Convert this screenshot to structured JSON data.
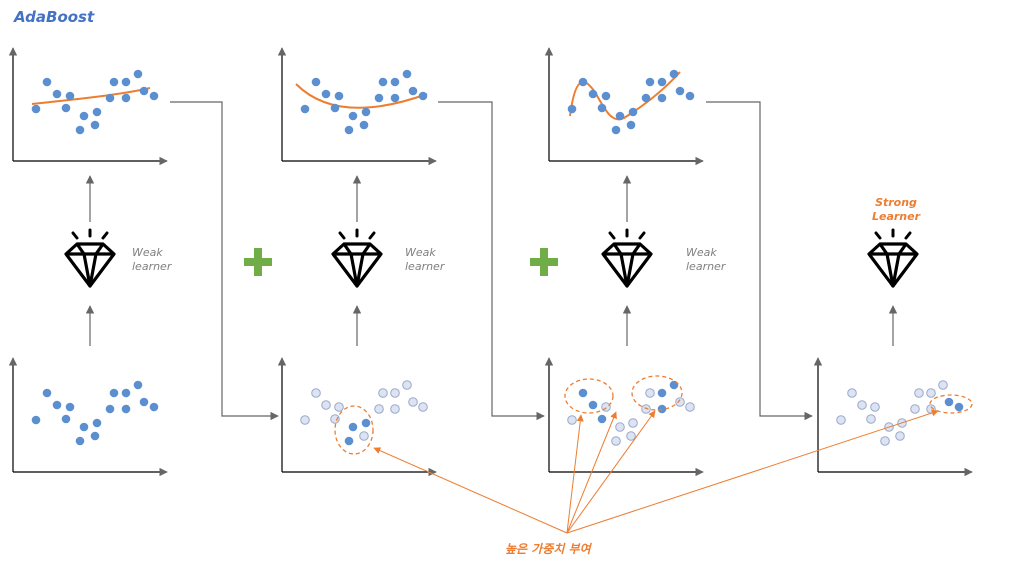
{
  "title": "AdaBoost",
  "weak_label": [
    "Weak",
    "learner"
  ],
  "strong_label": [
    "Strong",
    "Learner"
  ],
  "bottom_note": "높은 가중치 부여",
  "colors": {
    "title": "#4472C4",
    "point": "#5B8FD0",
    "point_faded": "#DCE3F2",
    "curve": "#ED7D31",
    "plus": "#70AD47",
    "label_gray": "#808080"
  },
  "icons": [
    "diamond-icon",
    "plus-icon",
    "arrow-icon"
  ]
}
